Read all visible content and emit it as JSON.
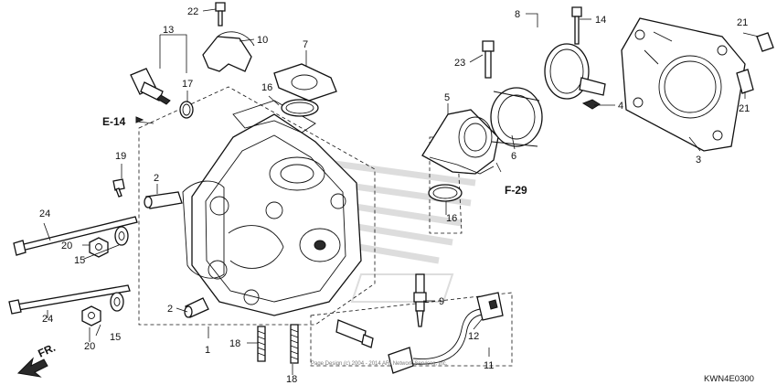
{
  "diagram_code": "KWN4E0300",
  "copyright": "Page Design (c) 2004 - 2014 ARI Network Services, Inc.",
  "references": {
    "e14": "E-14",
    "f29": "F-29",
    "front": "FR."
  },
  "callouts": {
    "c1": "1",
    "c2a": "2",
    "c2b": "2",
    "c3": "3",
    "c4": "4",
    "c5": "5",
    "c6": "6",
    "c7": "7",
    "c8": "8",
    "c9": "9",
    "c10": "10",
    "c11": "11",
    "c12": "12",
    "c13": "13",
    "c14": "14",
    "c15a": "15",
    "c15b": "15",
    "c16a": "16",
    "c16b": "16",
    "c17": "17",
    "c18a": "18",
    "c18b": "18",
    "c19": "19",
    "c20a": "20",
    "c20b": "20",
    "c21a": "21",
    "c21b": "21",
    "c22": "22",
    "c23": "23",
    "c24a": "24",
    "c24b": "24"
  }
}
